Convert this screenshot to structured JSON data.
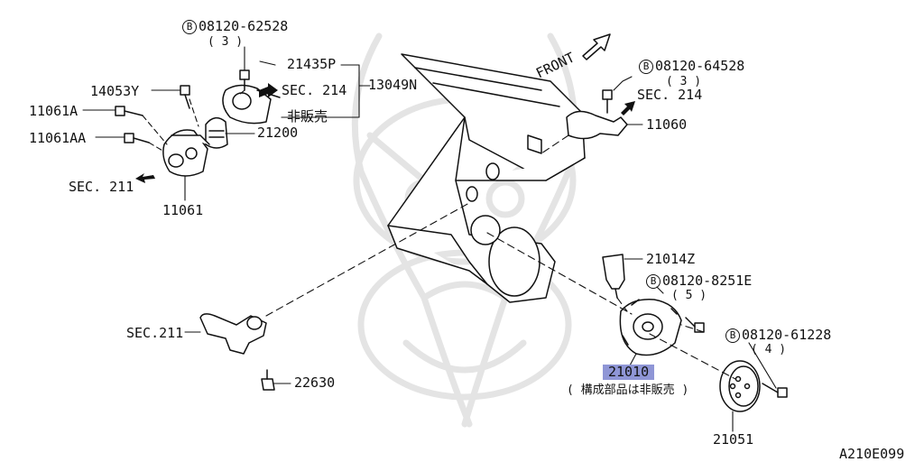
{
  "labels": {
    "bolt_62528": "08120-62528",
    "bolt_62528_qty": "( 3 )",
    "p21435": "21435P",
    "sec214_top": "SEC. 214",
    "p13049": "13049N",
    "not_sold_1": "非販売",
    "p14053": "14053Y",
    "p11061a": "11061A",
    "p11061aa": "11061AA",
    "p21200": "21200",
    "sec211_top": "SEC. 211",
    "p11061": "11061",
    "front": "FRONT",
    "bolt_64528": "08120-64528",
    "bolt_64528_qty": "( 3 )",
    "sec214_right": "SEC. 214",
    "p11060": "11060",
    "p21014": "21014Z",
    "bolt_8251e": "08120-8251E",
    "bolt_8251e_qty": "( 5 )",
    "bolt_61228": "08120-61228",
    "bolt_61228_qty": "( 4 )",
    "sec211_left": "SEC.211",
    "p22630": "22630",
    "p21010": "21010",
    "p21010_note": "( 構成部品は非販売 )",
    "p21051": "21051",
    "diagram_code": "A210E099",
    "bolt_prefix": "B"
  },
  "colors": {
    "highlight": "#8f96d6",
    "line": "#111111",
    "watermark": "#e6e6e6"
  }
}
